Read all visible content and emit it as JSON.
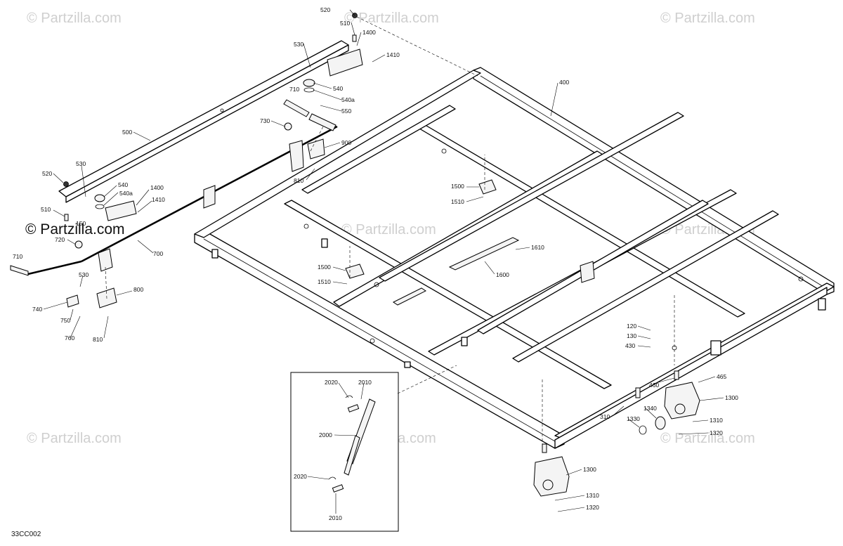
{
  "watermark": {
    "text": "© Partzilla.com",
    "logo_text": "© Partzilla.com"
  },
  "diagram_code": "33CC002",
  "callouts": {
    "c520_top": "520",
    "c510_top": "510",
    "c1400_top": "1400",
    "c1410_top": "1410",
    "c530_top": "530",
    "c540_top": "540",
    "c540a_top": "540a",
    "c710_top": "710",
    "c550": "550",
    "c730": "730",
    "c900": "900",
    "c810_top": "810",
    "c500": "500",
    "c400": "400",
    "c530_left": "530",
    "c520_left": "520",
    "c540_left": "540",
    "c540a_left": "540a",
    "c1400_left": "1400",
    "c1410_left": "1410",
    "c510_left": "510",
    "c150": "150",
    "c720": "720",
    "c700": "700",
    "c710_left": "710",
    "c530_bottom": "530",
    "c800": "800",
    "c740": "740",
    "c750": "750",
    "c760": "760",
    "c810_bottom": "810",
    "c1500_a": "1500",
    "c1510_a": "1510",
    "c1610": "1610",
    "c1500_b": "1500",
    "c1510_b": "1510",
    "c1600": "1600",
    "c120": "120",
    "c130": "130",
    "c430": "430",
    "c465": "465",
    "c460": "460",
    "c1300_right": "1300",
    "c1340": "1340",
    "c310": "310",
    "c1330": "1330",
    "c1310_right": "1310",
    "c1320_right": "1320",
    "c1300_bottom": "1300",
    "c1310_bottom": "1310",
    "c1320_bottom": "1320",
    "c2020_top": "2020",
    "c2010_top": "2010",
    "c2000": "2000",
    "c2020_bottom": "2020",
    "c2010_bottom": "2010"
  },
  "colors": {
    "line": "#000000",
    "watermark": "#cfcfcf",
    "background": "#ffffff"
  }
}
